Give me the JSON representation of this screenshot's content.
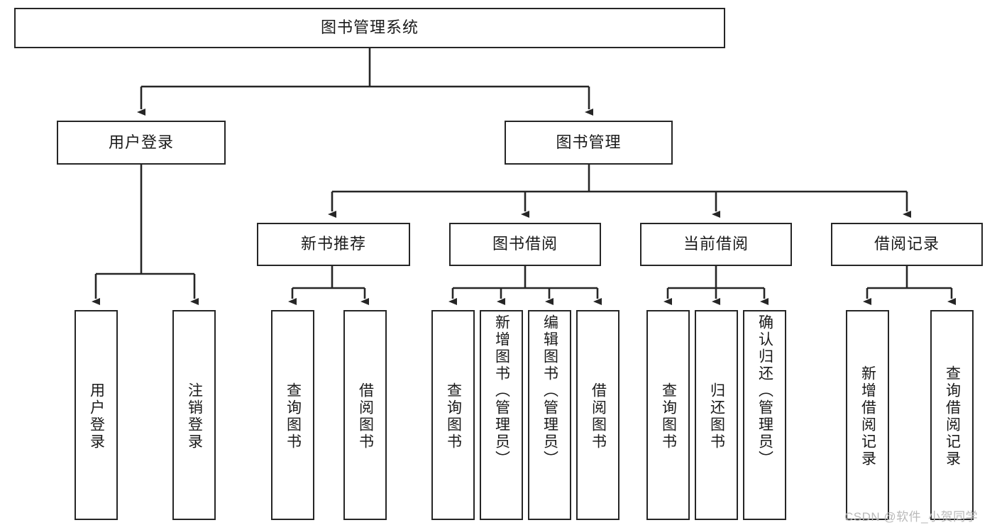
{
  "diagram": {
    "title_node": {
      "label": "图书管理系统"
    },
    "level2": [
      {
        "id": "user-login",
        "label": "用户登录"
      },
      {
        "id": "book-management",
        "label": "图书管理"
      }
    ],
    "level3": [
      {
        "id": "new-book-recommend",
        "label": "新书推荐"
      },
      {
        "id": "book-borrow",
        "label": "图书借阅"
      },
      {
        "id": "current-borrow",
        "label": "当前借阅"
      },
      {
        "id": "borrow-record",
        "label": "借阅记录"
      }
    ],
    "leaves": {
      "user_login": [
        {
          "id": "leaf-user-login",
          "label": "用户登录"
        },
        {
          "id": "leaf-logout-login",
          "label": "注销登录"
        }
      ],
      "new_book_recommend": [
        {
          "id": "leaf-query-book-1",
          "label": "查询图书"
        },
        {
          "id": "leaf-borrow-book-1",
          "label": "借阅图书"
        }
      ],
      "book_borrow": [
        {
          "id": "leaf-query-book-2",
          "label": "查询图书"
        },
        {
          "id": "leaf-add-book",
          "label": "新增图书（管理员）"
        },
        {
          "id": "leaf-edit-book",
          "label": "编辑图书（管理员）"
        },
        {
          "id": "leaf-borrow-book-2",
          "label": "借阅图书"
        }
      ],
      "current_borrow": [
        {
          "id": "leaf-query-book-3",
          "label": "查询图书"
        },
        {
          "id": "leaf-return-book",
          "label": "归还图书"
        },
        {
          "id": "leaf-confirm-return",
          "label": "确认归还（管理员）"
        }
      ],
      "borrow_record": [
        {
          "id": "leaf-add-record",
          "label": "新增借阅记录"
        },
        {
          "id": "leaf-query-record",
          "label": "查询借阅记录"
        }
      ]
    }
  },
  "watermark": {
    "text": "CSDN @软件_小贺同学"
  },
  "colors": {
    "stroke": "#262626",
    "box_fill": "#ffffff",
    "text": "#1a1a1a",
    "watermark": "#b9b9b9"
  }
}
